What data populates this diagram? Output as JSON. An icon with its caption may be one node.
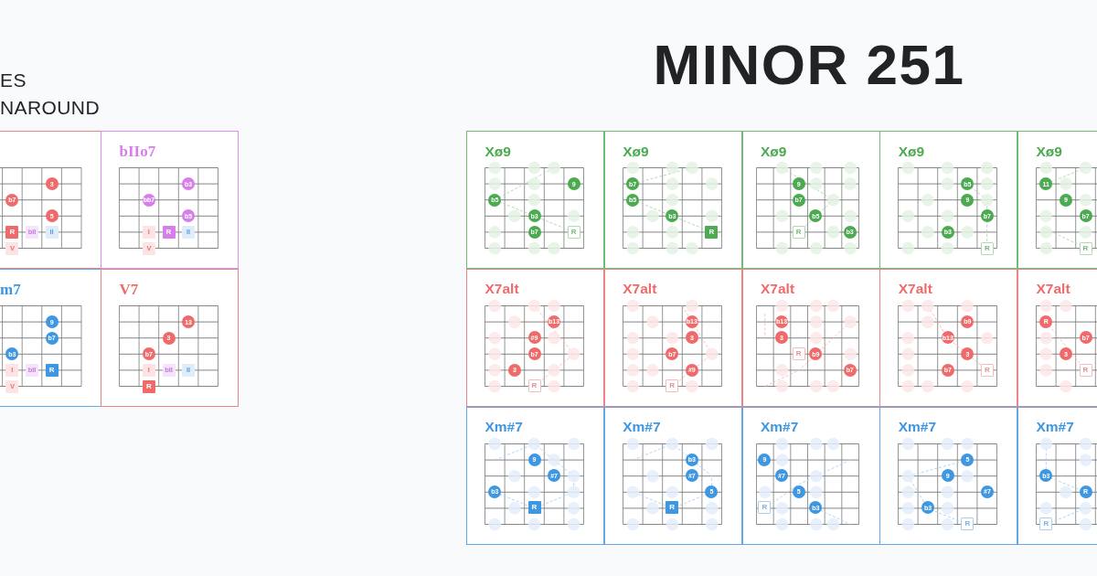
{
  "diagram": {
    "title": "MINOR 251",
    "labels": [
      "ES",
      "NAROUND"
    ],
    "nodes": [
      {
        "text": [],
        "shape": "box"
      },
      {
        "text": [
          "3"
        ],
        "in": 0
      },
      {
        "text": [
          "b7"
        ],
        "in": 0
      },
      {
        "text": [
          "5"
        ],
        "in": 0
      },
      {
        "text": [
          "R"
        ],
        "in": 0
      },
      {
        "text": [
          "bII"
        ],
        "in": 0
      },
      {
        "text": [
          "II"
        ],
        "in": 0
      },
      {
        "text": [
          "V"
        ],
        "in": 0
      },
      {
        "text": [
          "bIIo7"
        ]
      },
      {
        "text": [
          "b3"
        ],
        "in": 8
      },
      {
        "text": [
          "bb7"
        ],
        "in": 8
      },
      {
        "text": [
          "b5"
        ],
        "in": 8
      },
      {
        "text": [
          "I"
        ],
        "in": 8
      },
      {
        "text": [
          "R"
        ],
        "in": 8
      },
      {
        "text": [
          "II"
        ],
        "in": 8
      },
      {
        "text": [
          "V"
        ],
        "in": 8
      },
      {
        "text": [
          "m7"
        ]
      },
      {
        "text": [
          "9"
        ],
        "in": 16
      },
      {
        "text": [
          "b7"
        ],
        "in": 16
      },
      {
        "text": [
          "b3"
        ],
        "in": 16
      },
      {
        "text": [
          "I"
        ],
        "in": 16
      },
      {
        "text": [
          "bII"
        ],
        "in": 16
      },
      {
        "text": [
          "R"
        ],
        "in": 16
      },
      {
        "text": [
          "V"
        ],
        "in": 16
      },
      {
        "text": [
          "V7"
        ]
      },
      {
        "text": [
          "13"
        ],
        "in": 24
      },
      {
        "text": [
          "3"
        ],
        "in": 24
      },
      {
        "text": [
          "b7"
        ],
        "in": 24
      },
      {
        "text": [
          "I"
        ],
        "in": 24
      },
      {
        "text": [
          "bII"
        ],
        "in": 24
      },
      {
        "text": [
          "II"
        ],
        "in": 24
      },
      {
        "text": [
          "R"
        ],
        "in": 24
      },
      {
        "text": [
          "Xø9"
        ]
      },
      {
        "text": [
          "9"
        ],
        "in": 32
      },
      {
        "text": [
          "b5"
        ],
        "in": 32
      },
      {
        "text": [
          "b3"
        ],
        "in": 32
      },
      {
        "text": [
          "b7"
        ],
        "in": 32
      },
      {
        "text": [
          "R"
        ],
        "in": 32
      },
      {
        "text": [
          "Xø9"
        ]
      },
      {
        "text": [
          "b7"
        ],
        "in": 38
      },
      {
        "text": [
          "b5"
        ],
        "in": 38
      },
      {
        "text": [
          "b3"
        ],
        "in": 38
      },
      {
        "text": [
          "R"
        ],
        "in": 38
      },
      {
        "text": [
          "Xø9"
        ]
      },
      {
        "text": [
          "9"
        ],
        "in": 43
      },
      {
        "text": [
          "b7"
        ],
        "in": 43
      },
      {
        "text": [
          "b5"
        ],
        "in": 43
      },
      {
        "text": [
          "R"
        ],
        "in": 43
      },
      {
        "text": [
          "b3"
        ],
        "in": 43
      },
      {
        "text": [
          "Xø9"
        ]
      },
      {
        "text": [
          "b5"
        ],
        "in": 49
      },
      {
        "text": [
          "9"
        ],
        "in": 49
      },
      {
        "text": [
          "b7"
        ],
        "in": 49
      },
      {
        "text": [
          "b3"
        ],
        "in": 49
      },
      {
        "text": [
          "R"
        ],
        "in": 49
      },
      {
        "text": [
          "Xø9"
        ]
      },
      {
        "text": [
          "11"
        ],
        "in": 55
      },
      {
        "text": [
          "9"
        ],
        "in": 55
      },
      {
        "text": [
          "b7"
        ],
        "in": 55
      },
      {
        "text": [
          "R"
        ],
        "in": 55
      },
      {
        "text": [
          "X7alt"
        ]
      },
      {
        "text": [
          "b13"
        ],
        "in": 60
      },
      {
        "text": [
          "#9"
        ],
        "in": 60
      },
      {
        "text": [
          "b7"
        ],
        "in": 60
      },
      {
        "text": [
          "3"
        ],
        "in": 60
      },
      {
        "text": [
          "R"
        ],
        "in": 60
      },
      {
        "text": [
          "X7alt"
        ]
      },
      {
        "text": [
          "b13"
        ],
        "in": 66
      },
      {
        "text": [
          "3"
        ],
        "in": 66
      },
      {
        "text": [
          "b7"
        ],
        "in": 66
      },
      {
        "text": [
          "#9"
        ],
        "in": 66
      },
      {
        "text": [
          "R"
        ],
        "in": 66
      },
      {
        "text": [
          "X7alt"
        ]
      },
      {
        "text": [
          "b13"
        ],
        "in": 72
      },
      {
        "text": [
          "3"
        ],
        "in": 72
      },
      {
        "text": [
          "R"
        ],
        "in": 72
      },
      {
        "text": [
          "b9"
        ],
        "in": 72
      },
      {
        "text": [
          "b7"
        ],
        "in": 72
      },
      {
        "text": [
          "X7alt"
        ]
      },
      {
        "text": [
          "b9"
        ],
        "in": 78
      },
      {
        "text": [
          "b13"
        ],
        "in": 78
      },
      {
        "text": [
          "3"
        ],
        "in": 78
      },
      {
        "text": [
          "b7"
        ],
        "in": 78
      },
      {
        "text": [
          "R"
        ],
        "in": 78
      },
      {
        "text": [
          "X7alt"
        ]
      },
      {
        "text": [
          "R"
        ],
        "in": 84
      },
      {
        "text": [
          "b7"
        ],
        "in": 84
      },
      {
        "text": [
          "3"
        ],
        "in": 84
      },
      {
        "text": [
          "R"
        ],
        "in": 84
      },
      {
        "text": [
          "Xm#7"
        ]
      },
      {
        "text": [
          "9"
        ],
        "in": 89
      },
      {
        "text": [
          "#7"
        ],
        "in": 89
      },
      {
        "text": [
          "b3"
        ],
        "in": 89
      },
      {
        "text": [
          "R"
        ],
        "in": 89
      },
      {
        "text": [
          "Xm#7"
        ]
      },
      {
        "text": [
          "b3"
        ],
        "in": 94
      },
      {
        "text": [
          "#7"
        ],
        "in": 94
      },
      {
        "text": [
          "5"
        ],
        "in": 94
      },
      {
        "text": [
          "R"
        ],
        "in": 94
      },
      {
        "text": [
          "Xm#7"
        ]
      },
      {
        "text": [
          "9"
        ],
        "in": 99
      },
      {
        "text": [
          "#7"
        ],
        "in": 99
      },
      {
        "text": [
          "5"
        ],
        "in": 99
      },
      {
        "text": [
          "R"
        ],
        "in": 99
      },
      {
        "text": [
          "b3"
        ],
        "in": 99
      },
      {
        "text": [
          "Xm#7"
        ]
      },
      {
        "text": [
          "5"
        ],
        "in": 105
      },
      {
        "text": [
          "9"
        ],
        "in": 105
      },
      {
        "text": [
          "#7"
        ],
        "in": 105
      },
      {
        "text": [
          "b3"
        ],
        "in": 105
      },
      {
        "text": [
          "R"
        ],
        "in": 105
      },
      {
        "text": [
          "Xm#7"
        ]
      },
      {
        "text": [
          "b3"
        ],
        "in": 111
      },
      {
        "text": [
          "R"
        ],
        "in": 111
      },
      {
        "text": [
          "R"
        ],
        "in": 111
      }
    ]
  }
}
